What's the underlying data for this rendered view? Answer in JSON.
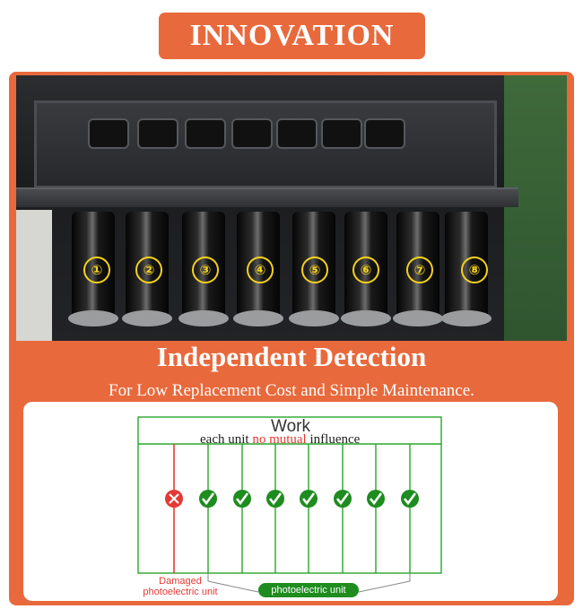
{
  "header": {
    "title": "INNOVATION"
  },
  "photo": {
    "unit_numbers": [
      "①",
      "②",
      "③",
      "④",
      "⑤",
      "⑥",
      "⑦",
      "⑧"
    ]
  },
  "feature": {
    "title": "Independent Detection",
    "subtitle": "For Low Replacement Cost and Simple Maintenance."
  },
  "diagram": {
    "work_label": "Work",
    "sub_prefix": "each unit ",
    "sub_highlight": "no mutual",
    "sub_suffix": " influence",
    "damaged_label_line1": "Damaged",
    "damaged_label_line2": "photoelectric unit",
    "unit_label": "photoelectric unit",
    "colors": {
      "accent": "#e8693c",
      "ok": "#1e8c1e",
      "fail": "#e53935"
    },
    "units": [
      {
        "status": "damaged",
        "icon": "cross-icon"
      },
      {
        "status": "ok",
        "icon": "check-icon"
      },
      {
        "status": "ok",
        "icon": "check-icon"
      },
      {
        "status": "ok",
        "icon": "check-icon"
      },
      {
        "status": "ok",
        "icon": "check-icon"
      },
      {
        "status": "ok",
        "icon": "check-icon"
      },
      {
        "status": "ok",
        "icon": "check-icon"
      },
      {
        "status": "ok",
        "icon": "check-icon"
      }
    ]
  }
}
